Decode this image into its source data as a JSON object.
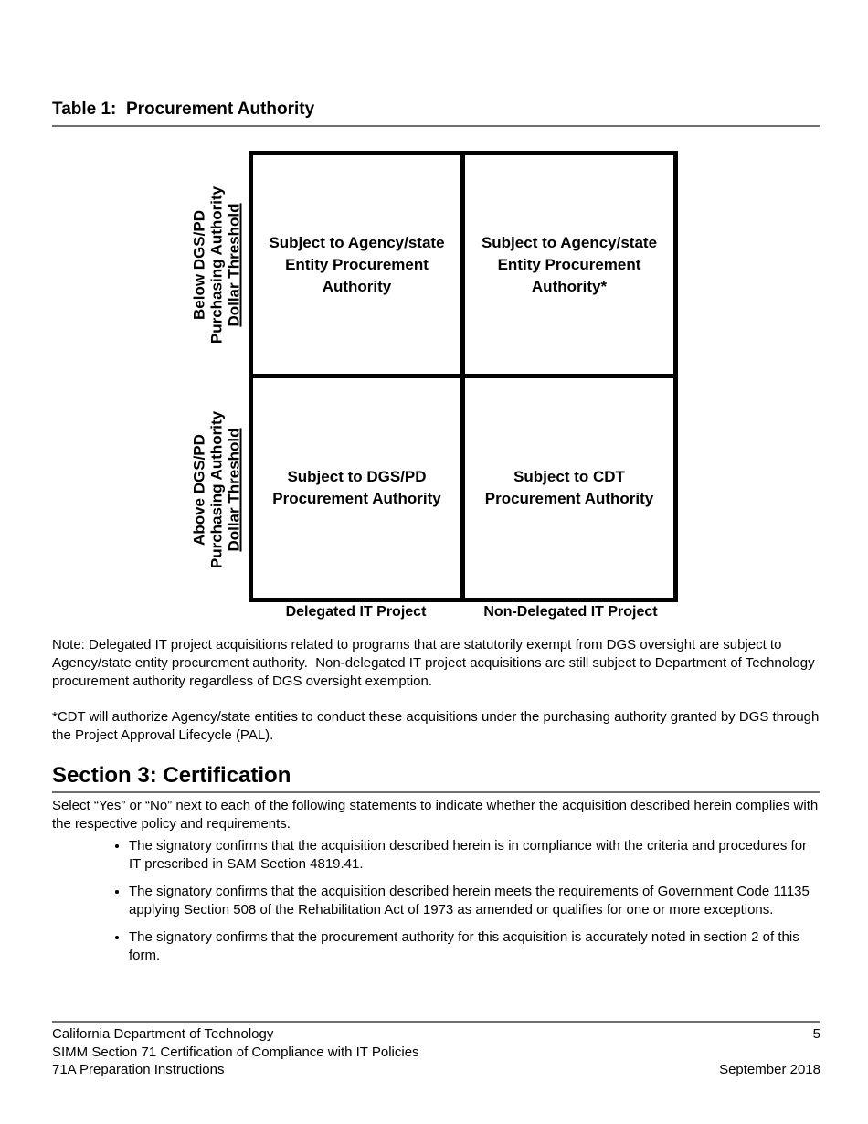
{
  "table1": {
    "heading": "Table 1:  Procurement Authority",
    "matrix": {
      "row_labels": [
        {
          "lines": [
            "Below DGS/PD",
            "Purchasing Authority",
            "Dollar Threshold"
          ]
        },
        {
          "lines": [
            "Above DGS/PD",
            "Purchasing Authority",
            "Dollar Threshold"
          ]
        }
      ],
      "col_labels": [
        "Delegated IT Project",
        "Non-Delegated IT Project"
      ],
      "cells": {
        "top_left": {
          "lines": [
            "Subject to Agency/state",
            "Entity Procurement",
            "Authority"
          ]
        },
        "top_right": {
          "lines": [
            "Subject to Agency/state",
            "Entity Procurement",
            "Authority*"
          ]
        },
        "bottom_left": {
          "lines": [
            "Subject to DGS/PD",
            "Procurement Authority"
          ]
        },
        "bottom_right": {
          "lines": [
            "Subject to CDT",
            "Procurement Authority"
          ]
        }
      }
    },
    "note": "Note: Delegated IT project acquisitions related to programs that are statutorily exempt from DGS oversight are subject to Agency/state entity procurement authority.  Non-delegated IT project acquisitions are still subject to Department of Technology procurement authority regardless of DGS oversight exemption.",
    "footnote": "*CDT will authorize Agency/state entities to conduct these acquisitions under the purchasing authority granted by DGS through the Project Approval Lifecycle (PAL)."
  },
  "section3": {
    "heading": "Section 3: Certification",
    "intro": "Select “Yes” or “No” next to each of the following statements to indicate whether the acquisition described herein complies with the respective policy and requirements.",
    "statements": [
      "The signatory confirms that the acquisition described herein is in compliance with the criteria and procedures for IT prescribed in SAM Section 4819.41.",
      "The signatory confirms that the acquisition described herein meets the requirements of Government Code 11135 applying Section 508 of the Rehabilitation Act of 1973 as amended or qualifies for one or more exceptions.",
      "The signatory confirms that the procurement authority for this acquisition is accurately noted in section 2 of this form."
    ]
  },
  "footer": {
    "organization": "California Department of Technology",
    "page_number": "5",
    "document_title": "SIMM Section 71 Certification of Compliance with IT Policies",
    "document_subtitle": "71A Preparation Instructions",
    "date": "September 2018"
  },
  "colors": {
    "text": "#000000",
    "rule": "#6e6e6e",
    "matrix_border": "#000000",
    "background": "#ffffff"
  }
}
